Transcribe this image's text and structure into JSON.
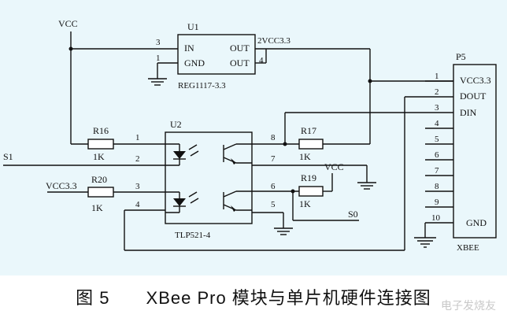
{
  "caption": {
    "figure": "图 5",
    "text": "XBee Pro 模块与单片机硬件连接图"
  },
  "watermark": "电子发烧友",
  "labels": {
    "vcc_top": "VCC",
    "u1_ref": "U1",
    "u1_in": "IN",
    "u1_out_top": "OUT",
    "u1_gnd": "GND",
    "u1_out_bot": "OUT",
    "u1_part": "REG1117-3.3",
    "u1_pin3": "3",
    "u1_pin1": "1",
    "u1_pin2_vcc": "2VCC3.3",
    "u1_pin4": "4",
    "p5_ref": "P5",
    "p5_vcc": "VCC3.3",
    "p5_dout": "DOUT",
    "p5_din": "DIN",
    "p5_gnd": "GND",
    "p5_part": "XBEE",
    "p5_pins": [
      "1",
      "2",
      "3",
      "4",
      "5",
      "6",
      "7",
      "8",
      "9",
      "10"
    ],
    "u2_ref": "U2",
    "u2_part": "TLP521-4",
    "u2_pin1": "1",
    "u2_pin2": "2",
    "u2_pin3": "3",
    "u2_pin4": "4",
    "u2_pin5": "5",
    "u2_pin6": "6",
    "u2_pin7": "7",
    "u2_pin8": "8",
    "r16": "R16",
    "r16_val": "1K",
    "r20": "R20",
    "r20_val": "1K",
    "r17": "R17",
    "r17_val": "1K",
    "r19": "R19",
    "r19_val": "1K",
    "vcc_r19": "VCC",
    "s1": "S1",
    "s0": "S0",
    "vcc33_left": "VCC3.3"
  }
}
